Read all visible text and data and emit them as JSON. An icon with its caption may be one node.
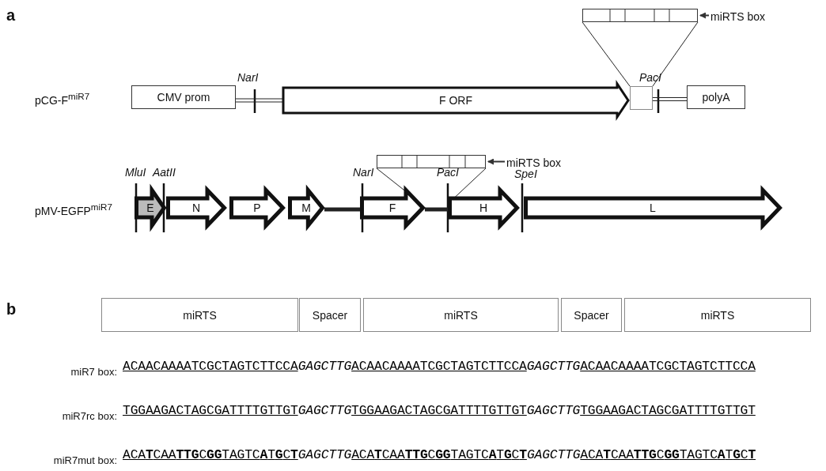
{
  "diagram": {
    "nodes": [
      {
        "text": [
          "CMV prom"
        ]
      },
      {
        "text": [
          "F ORF"
        ]
      },
      {
        "text": [],
        "shape": "box"
      },
      {
        "text": [
          "polyA"
        ]
      },
      {
        "text": [],
        "shape": "box"
      },
      {
        "text": [
          "miRTS box"
        ]
      },
      {
        "text": [
          "E"
        ]
      },
      {
        "text": [
          "N"
        ]
      },
      {
        "text": [
          "P"
        ]
      },
      {
        "text": [
          "M"
        ]
      },
      {
        "text": [
          "F"
        ]
      },
      {
        "text": [
          "H"
        ]
      },
      {
        "text": [
          "L"
        ]
      },
      {
        "text": [],
        "shape": "box"
      },
      {
        "text": [
          "miRTS box"
        ]
      },
      {
        "text": [
          "miRTS"
        ]
      },
      {
        "text": [
          "Spacer"
        ]
      },
      {
        "text": [
          "miRTS"
        ]
      },
      {
        "text": [
          "Spacer"
        ]
      },
      {
        "text": [
          "miRTS"
        ]
      }
    ],
    "edges": [
      {
        "from": 5,
        "to": 4,
        "arrow": "to"
      },
      {
        "from": 14,
        "to": 13,
        "arrow": "to"
      },
      {
        "from": 0,
        "to": 1,
        "arrow": "none"
      },
      {
        "from": 2,
        "to": 3,
        "arrow": "none"
      },
      {
        "from": 2,
        "to": 4,
        "arrow": "none"
      },
      {
        "from": 2,
        "to": 4,
        "arrow": "none"
      },
      {
        "from": 9,
        "to": 10,
        "arrow": "none",
        "style": "thick"
      },
      {
        "from": 10,
        "to": 13,
        "arrow": "none"
      },
      {
        "from": 10,
        "to": 11,
        "arrow": "none",
        "style": "thick"
      },
      {
        "from": 11,
        "to": 13,
        "arrow": "none"
      }
    ],
    "labels": [
      "a",
      "pCG-F$^{miR7}$",
      "NarI",
      "PacI",
      "pMV-EGFP$^{miR7}$",
      "MluI",
      "AatII",
      "NarI",
      "PacI",
      "SpeI",
      "b",
      "miR7 box:",
      "ACAACAAAATCGCTAGTCTTCCA",
      "GAGCTTG",
      "ACAACAAAATCGCTAGTCTTCCA",
      "GAGCTTG",
      "ACAACAAAATCGCTAGTCTTCCA",
      "miR7rc box:",
      "TGGAAGACTAGCGATTTTGTTGT",
      "GAGCTTG",
      "TGGAAGACTAGCGATTTTGTTGT",
      "GAGCTTG",
      "TGGAAGACTAGCGATTTTGTTGT",
      "miR7mut box:",
      "ACA**T**CAA**TTG**C**GG**TAGTC**A**T**G**C**T**",
      "GAGCTTG",
      "ACA**T**CAA**TTG**C**GG**TAGTC**A**T**G**C**T**",
      "GAGCTTG",
      "ACA**T**CAA**TTG**C**GG**TAGTC**A**T**G**C**T**"
    ]
  }
}
